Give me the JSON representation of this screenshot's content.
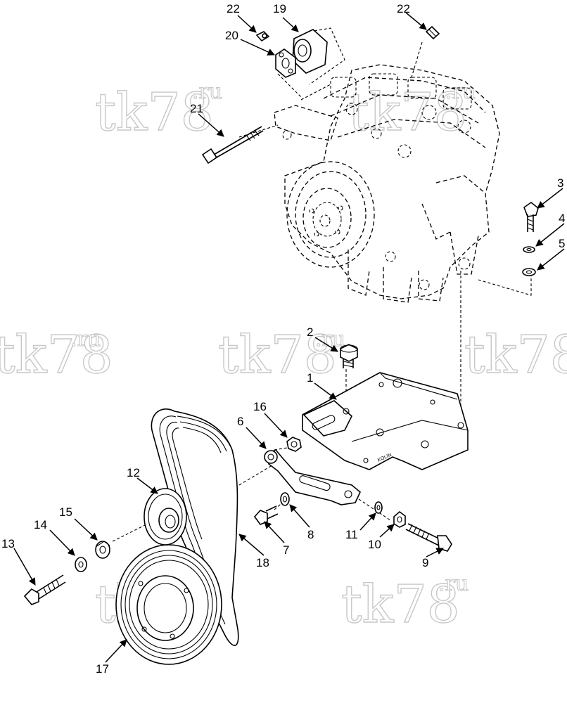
{
  "watermark": {
    "text": "tk78",
    "suffix": ".ru"
  },
  "bracket_brand": "KOLIN",
  "callouts": {
    "c1": "1",
    "c2": "2",
    "c3": "3",
    "c4": "4",
    "c5": "5",
    "c6": "6",
    "c7": "7",
    "c8": "8",
    "c9": "9",
    "c10": "10",
    "c11": "11",
    "c12": "12",
    "c13": "13",
    "c14": "14",
    "c15": "15",
    "c16": "16",
    "c17": "17",
    "c18": "18",
    "c19": "19",
    "c20": "20",
    "c21": "21",
    "c22a": "22",
    "c22b": "22"
  }
}
